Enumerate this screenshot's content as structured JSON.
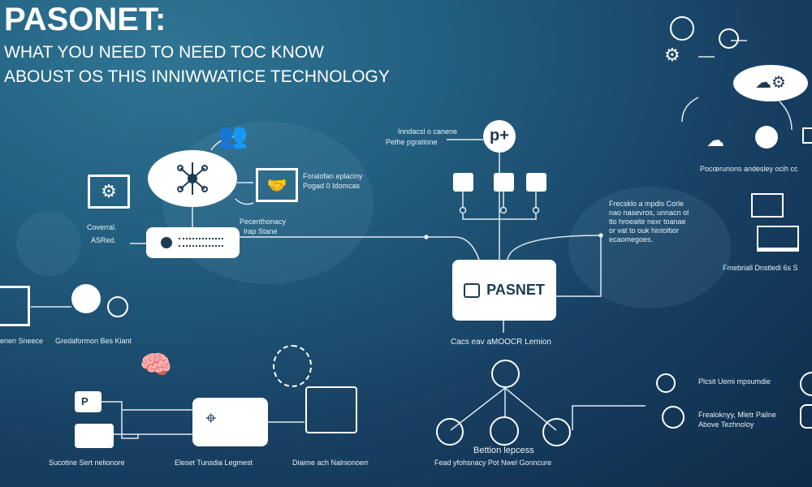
{
  "header": {
    "title": "PASONET:",
    "subtitle_line1": "WHAT YOU NEED TO NEED TOC KNOW",
    "subtitle_line2": "ABOUST OS THIS INNIWWATICE TECHNOLOGY"
  },
  "labels": {
    "hub_left_1": "Coverral.",
    "hub_left_2": "ASRed.",
    "handshake_1": "Foralofan eplaciny",
    "handshake_2": "Pogad 0 Idomcas",
    "storage_1": "Pecenthonacy",
    "storage_2": "Irap Stane",
    "pplus_1": "Inndacsl o canene",
    "pplus_2": "Pethe pgratione",
    "pplus_glyph": "p+",
    "main_node": "PASNET",
    "main_caption": "Cacs eav aMOOCR Lemion",
    "para": [
      "Frecsklo a mpdis Corle",
      "nao nasevros, unnacn ol",
      "tlo hroeaite nexr toanae",
      "or vat to ouk hintoltior",
      "ecaomegoes."
    ],
    "top_right_caption": "Pocœrurions andesley ocih cc",
    "right_monitor_caption": "Fmebriall Dnstledi 6s S",
    "left_row_1": "enen Sneece",
    "left_row_2": "Gredaformon Bes Kiant",
    "bottom_1": "Sucotine Sert nelionore",
    "bottom_2": "Eleset Tunsdia Legmest",
    "bottom_3": "Diaime ach Nalnionoerr",
    "tree_1": "Bettion lepcess",
    "tree_2": "Fead yfohsnacy Pot Nwel Gonncure",
    "br_1": "Plcsit Uemi mpsumdie",
    "br_2": "Frealoknyy, Mletr Pailne",
    "br_3": "Above Tezhnoloy",
    "p_box": "P"
  },
  "colors": {
    "bg_light": "#2f7593",
    "bg_dark": "#0f2b48",
    "node": "#ffffff",
    "ink": "#1d3b55"
  }
}
